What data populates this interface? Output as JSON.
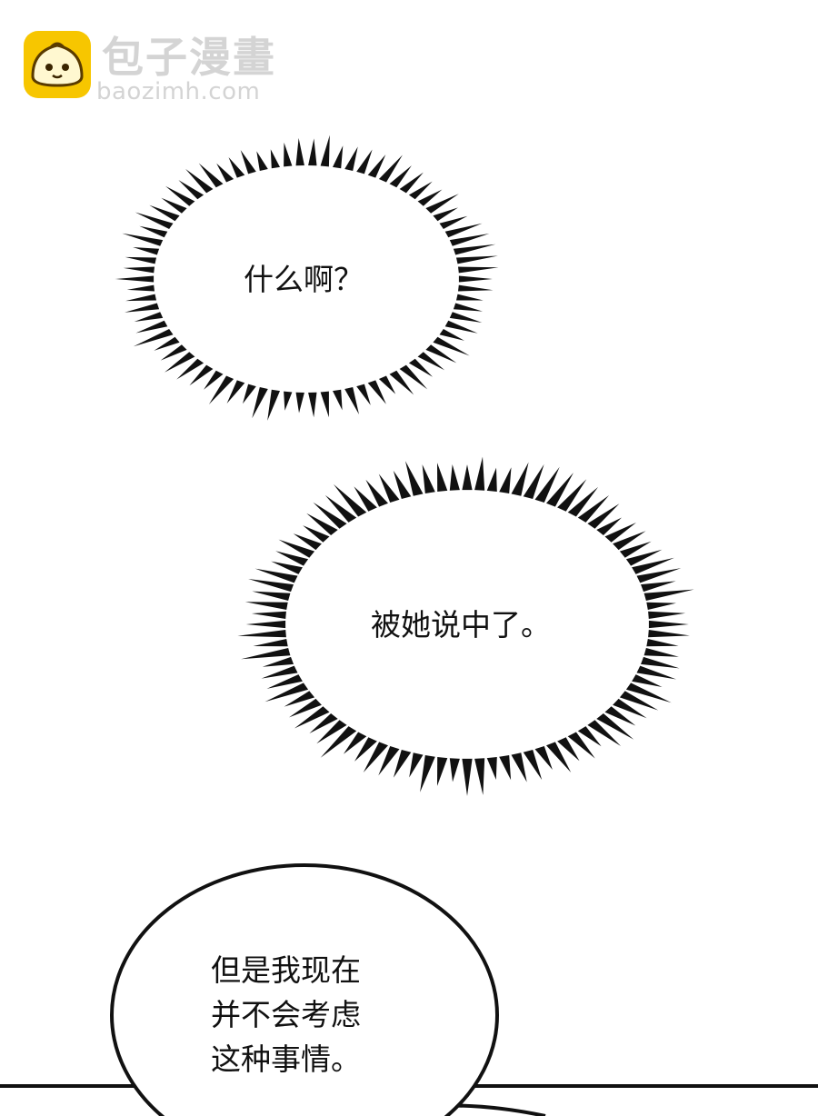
{
  "watermark": {
    "name_cn": "包子漫畫",
    "url": "baozimh.com",
    "badge_color": "#f7c600",
    "icon": "bun-face-icon"
  },
  "bubbles": {
    "burst_1": {
      "text": "什么啊？"
    },
    "burst_2": {
      "text": "被她说中了。"
    },
    "speech_1": {
      "lines": [
        "但是我现在",
        "并不会考虑",
        "这种事情。"
      ]
    }
  },
  "colors": {
    "ink": "#111111",
    "background": "#ffffff",
    "watermark_text": "#d4d4d4"
  }
}
